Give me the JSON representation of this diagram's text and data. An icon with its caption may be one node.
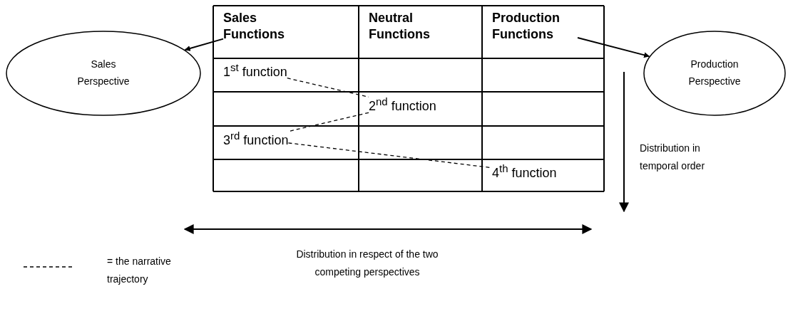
{
  "diagram": {
    "nodes": [
      {
        "text": [
          "Sales Perspective"
        ]
      },
      {
        "text": [
          "Sales Functions"
        ]
      },
      {
        "text": [
          "Neutral Functions"
        ]
      },
      {
        "text": [
          "Production Functions"
        ]
      },
      {
        "text": [
          "1$^{st}$ function"
        ]
      },
      {
        "text": [
          "2$^{nd}$ function"
        ]
      },
      {
        "text": [
          "3$^{rd}$ function"
        ]
      },
      {
        "text": [
          "4$^{th}$ function"
        ]
      },
      {
        "text": [
          "Production Perspective"
        ]
      }
    ],
    "edges": [
      {
        "from": 1,
        "to": 0,
        "arrow": "to"
      },
      {
        "from": 3,
        "to": 8,
        "arrow": "to"
      },
      {
        "from": 4,
        "to": 5,
        "arrow": "none",
        "style": "dashed"
      },
      {
        "from": 5,
        "to": 6,
        "arrow": "none",
        "style": "dashed"
      },
      {
        "from": 6,
        "to": 7,
        "arrow": "none",
        "style": "dashed"
      }
    ],
    "labels": [
      "Distribution in temporal order",
      "Distribution in respect of the two competing perspectives"
    ],
    "legend": [
      {
        "text": "= the narrative trajectory"
      }
    ]
  }
}
